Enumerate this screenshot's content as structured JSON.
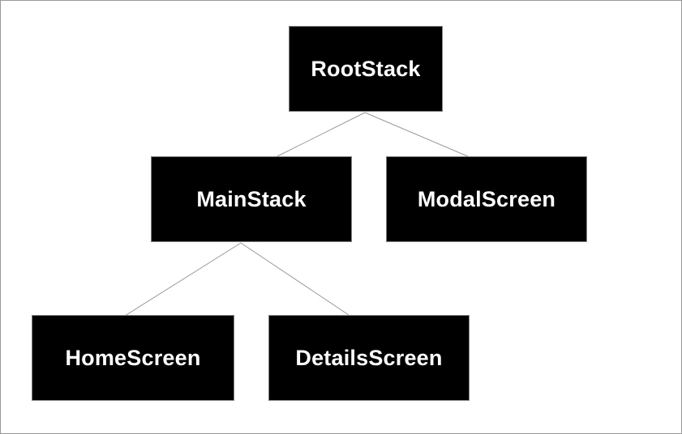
{
  "diagram": {
    "type": "tree",
    "nodes": {
      "root": {
        "label": "RootStack"
      },
      "main": {
        "label": "MainStack"
      },
      "modal": {
        "label": "ModalScreen"
      },
      "home": {
        "label": "HomeScreen"
      },
      "details": {
        "label": "DetailsScreen"
      }
    },
    "edges": [
      {
        "from": "RootStack",
        "to": "MainStack"
      },
      {
        "from": "RootStack",
        "to": "ModalScreen"
      },
      {
        "from": "MainStack",
        "to": "HomeScreen"
      },
      {
        "from": "MainStack",
        "to": "DetailsScreen"
      }
    ],
    "colors": {
      "node_fill": "#000000",
      "node_border": "#808080",
      "node_text": "#ffffff",
      "edge_line": "#999999",
      "canvas_border": "#999999",
      "background": "#ffffff"
    }
  }
}
